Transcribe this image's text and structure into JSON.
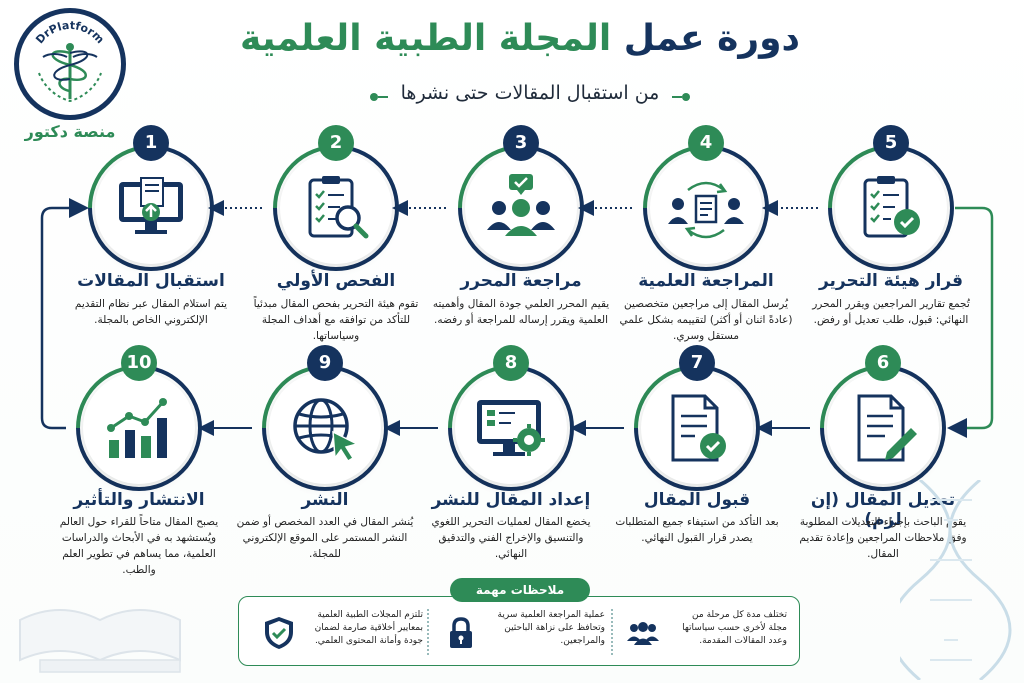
{
  "header": {
    "title_part1": "دورة عمل",
    "title_part2": "المجلة الطبية العلمية",
    "subtitle": "من استقبال المقالات حتى نشرها"
  },
  "logo": {
    "ring_text": "DrPlatform",
    "label": "منصة دكتور"
  },
  "steps": [
    {
      "number": "1",
      "title": "استقبال المقالات",
      "description": "يتم استلام المقال عبر نظام التقديم الإلكتروني الخاص بالمجلة."
    },
    {
      "number": "2",
      "title": "الفحص الأولي",
      "description": "تقوم هيئة التحرير بفحص المقال مبدئياً للتأكد من توافقه مع أهداف المجلة وسياساتها."
    },
    {
      "number": "3",
      "title": "مراجعة المحرر",
      "description": "يقيم المحرر العلمي جودة المقال وأهميته العلمية ويقرر إرساله للمراجعة أو رفضه."
    },
    {
      "number": "4",
      "title": "المراجعة العلمية",
      "description": "يُرسل المقال إلى مراجعين متخصصين (عادةً اثنان أو أكثر) لتقييمه بشكل علمي مستقل وسري."
    },
    {
      "number": "5",
      "title": "قرار هيئة التحرير",
      "description": "تُجمع تقارير المراجعين ويقرر المحرر النهائي: قبول، طلب تعديل أو رفض."
    },
    {
      "number": "6",
      "title": "تعديل المقال (إن لزم)",
      "description": "يقوم الباحث بإجراء التعديلات المطلوبة وفق ملاحظات المراجعين وإعادة تقديم المقال."
    },
    {
      "number": "7",
      "title": "قبول المقال",
      "description": "بعد التأكد من استيفاء جميع المتطلبات يصدر قرار القبول النهائي."
    },
    {
      "number": "8",
      "title": "إعداد المقال للنشر",
      "description": "يخضع المقال لعمليات التحرير اللغوي والتنسيق والإخراج الفني والتدقيق النهائي."
    },
    {
      "number": "9",
      "title": "النشر",
      "description": "يُنشر المقال في العدد المخصص أو ضمن النشر المستمر على الموقع الإلكتروني للمجلة."
    },
    {
      "number": "10",
      "title": "الانتشار والتأثير",
      "description": "يصبح المقال متاحاً للقراء حول العالم ويُستشهد به في الأبحاث والدراسات العلمية، مما يساهم في تطوير العلم والطب."
    }
  ],
  "notes": {
    "heading": "ملاحظات مهمة",
    "items": [
      {
        "text": "تختلف مدة كل مرحلة من مجلة لأخرى حسب سياساتها وعدد المقالات المقدمة.",
        "icon": "people-icon"
      },
      {
        "text": "عملية المراجعة العلمية سرية وتحافظ على نزاهة الباحثين والمراجعين.",
        "icon": "lock-icon"
      },
      {
        "text": "تلتزم المجلات الطبية العلمية بمعايير أخلاقية صارمة لضمان جودة وأمانة المحتوى العلمي.",
        "icon": "shield-check-icon"
      }
    ]
  },
  "colors": {
    "navy": "#15335e",
    "green": "#2e8b57"
  }
}
